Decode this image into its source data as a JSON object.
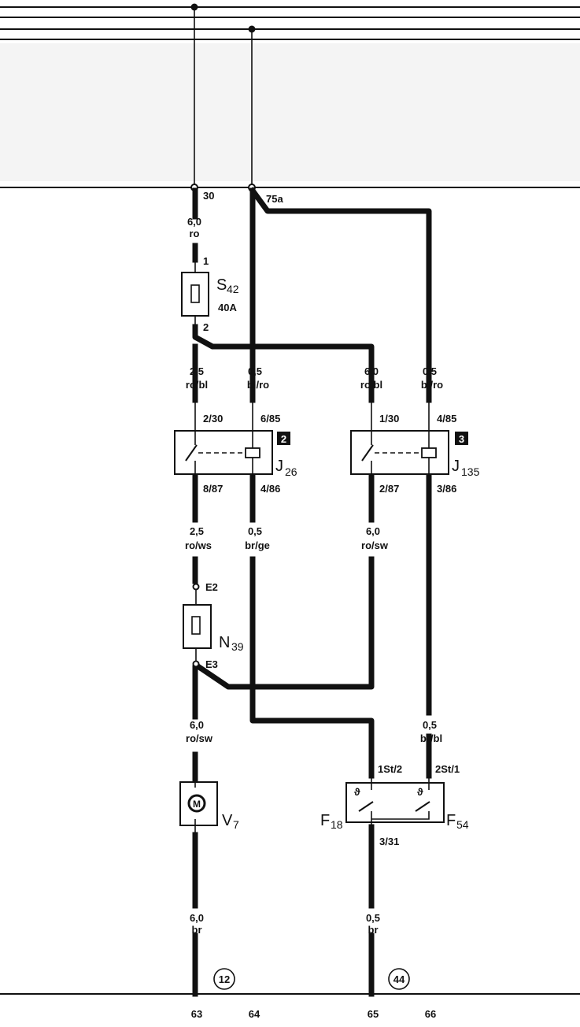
{
  "bus_terminals": {
    "t30": "30",
    "t75a": "75a"
  },
  "fuse_s42": {
    "label": "S",
    "sub": "42",
    "rating": "40A",
    "pin_in": "1",
    "pin_out": "2"
  },
  "relay_j26": {
    "label": "J",
    "sub": "26",
    "badge": "2",
    "pins": [
      "2/30",
      "6/85",
      "8/87",
      "4/86"
    ]
  },
  "relay_j135": {
    "label": "J",
    "sub": "135",
    "badge": "3",
    "pins": [
      "1/30",
      "4/85",
      "2/87",
      "3/86"
    ]
  },
  "resistor_n39": {
    "label": "N",
    "sub": "39",
    "pin_in": "E2",
    "pin_out": "E3"
  },
  "motor_v7": {
    "label": "V",
    "sub": "7",
    "symbol": "M"
  },
  "switches_f18_f54": {
    "f18_label": "F",
    "f18_sub": "18",
    "f54_label": "F",
    "f54_sub": "54",
    "pins": [
      "1St/2",
      "2St/1",
      "3/31"
    ],
    "temp_symbol": "ϑ"
  },
  "wires": {
    "w_30": {
      "size": "6,0",
      "color": "ro"
    },
    "w_s42_out": {
      "size": "2,5",
      "color": "ro/bl"
    },
    "w_75a": {
      "size": "0,5",
      "color": "bl/ro"
    },
    "w_j135_30": {
      "size": "6,0",
      "color": "ro/bl"
    },
    "w_j135_85": {
      "size": "0,5",
      "color": "bl/ro"
    },
    "w_j26_87": {
      "size": "2,5",
      "color": "ro/ws"
    },
    "w_j26_86": {
      "size": "0,5",
      "color": "br/ge"
    },
    "w_j135_87": {
      "size": "6,0",
      "color": "ro/sw"
    },
    "w_v7": {
      "size": "6,0",
      "color": "ro/sw"
    },
    "w_f54": {
      "size": "0,5",
      "color": "br/bl"
    },
    "w_gnd_left": {
      "size": "6,0",
      "color": "br"
    },
    "w_gnd_right": {
      "size": "0,5",
      "color": "br"
    }
  },
  "ground_refs": [
    "12",
    "44"
  ],
  "columns": [
    "63",
    "64",
    "65",
    "66"
  ]
}
